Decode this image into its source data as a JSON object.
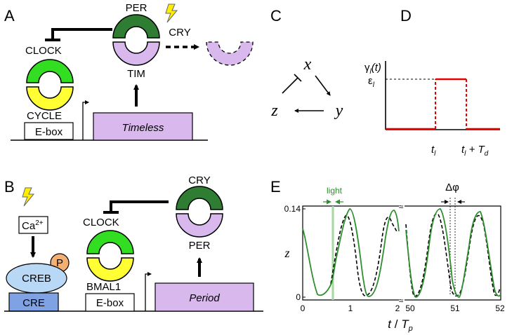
{
  "colors": {
    "dark_green": "#2e7d32",
    "bright_green": "#33dd22",
    "yellow": "#ffff33",
    "lavender": "#d9b8ee",
    "light_blue": "#b8d8f5",
    "blue": "#7fa2e4",
    "orange": "#f4b073",
    "red": "#e60000",
    "curve_green": "#2f8f2f",
    "light_line": "#a6d9a0"
  },
  "panel_a": {
    "letter": "A",
    "clock": "CLOCK",
    "cycle": "CYCLE",
    "ebox": "E-box",
    "gene": "Timeless",
    "per": "PER",
    "tim": "TIM",
    "cry": "CRY"
  },
  "panel_b": {
    "letter": "B",
    "ca": "Ca",
    "ca_sup": "2+",
    "p": "P",
    "creb": "CREB",
    "cre": "CRE",
    "clock": "CLOCK",
    "bmal": "BMAL1",
    "ebox": "E-box",
    "gene": "Period",
    "cry": "CRY",
    "per": "PER"
  },
  "panel_c": {
    "letter": "C",
    "x": "x",
    "y": "y",
    "z": "z"
  },
  "panel_d": {
    "letter": "D",
    "y_label_gamma": "γ",
    "y_label_sub": "l",
    "y_label_arg": "(t)",
    "eps": "ε",
    "eps_sub": "l",
    "tick1": "t",
    "tick1_sub": "l",
    "tick2": "t",
    "tick2_sub": "l",
    "tick2_plus": " + T",
    "tick2_sub2": "d"
  },
  "panel_e": {
    "letter": "E",
    "light_label": "light",
    "delta_phi": "Δφ",
    "ylabel": "z",
    "ytick_top": "0.14",
    "ytick_bottom": "0",
    "xticks_left": [
      "0",
      "1",
      "2"
    ],
    "xticks_right": [
      "50",
      "51",
      "52"
    ],
    "xlabel_t": "t",
    "xlabel_slash": " / ",
    "xlabel_T": "T",
    "xlabel_sub": "p"
  }
}
